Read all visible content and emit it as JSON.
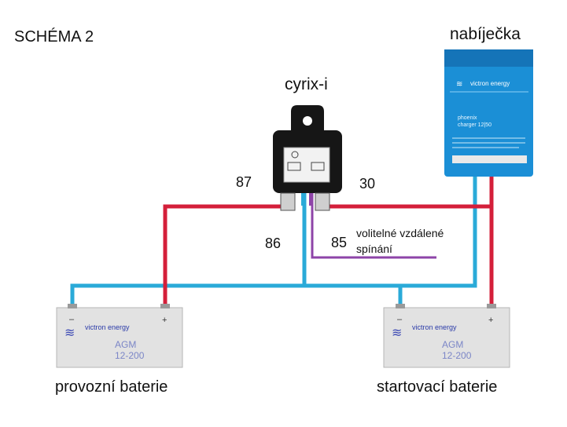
{
  "diagram": {
    "title": "SCHÉMA 2",
    "relay": {
      "name": "cyrix-i",
      "pins": {
        "p87": "87",
        "p30": "30",
        "p86": "86",
        "p85": "85"
      }
    },
    "remote_switch_label": [
      "volitelné vzdálené",
      "spínání"
    ],
    "charger": {
      "name": "nabíječka",
      "brand": "victron energy",
      "model_line1": "phoenix",
      "model_line2": "charger 12|50"
    },
    "batteries": [
      {
        "label": "provozní baterie",
        "brand": "victron energy",
        "type": "AGM",
        "spec": "12-200",
        "minus": "–",
        "plus": "+"
      },
      {
        "label": "startovací baterie",
        "brand": "victron energy",
        "type": "AGM",
        "spec": "12-200",
        "minus": "–",
        "plus": "+"
      }
    ],
    "colors": {
      "positive_wire": "#d41f3a",
      "negative_wire": "#2aaad8",
      "remote_wire": "#8e44a8",
      "charger_body": "#1b8fd6",
      "battery_body": "#e2e2e2",
      "relay_body": "#161616"
    }
  }
}
